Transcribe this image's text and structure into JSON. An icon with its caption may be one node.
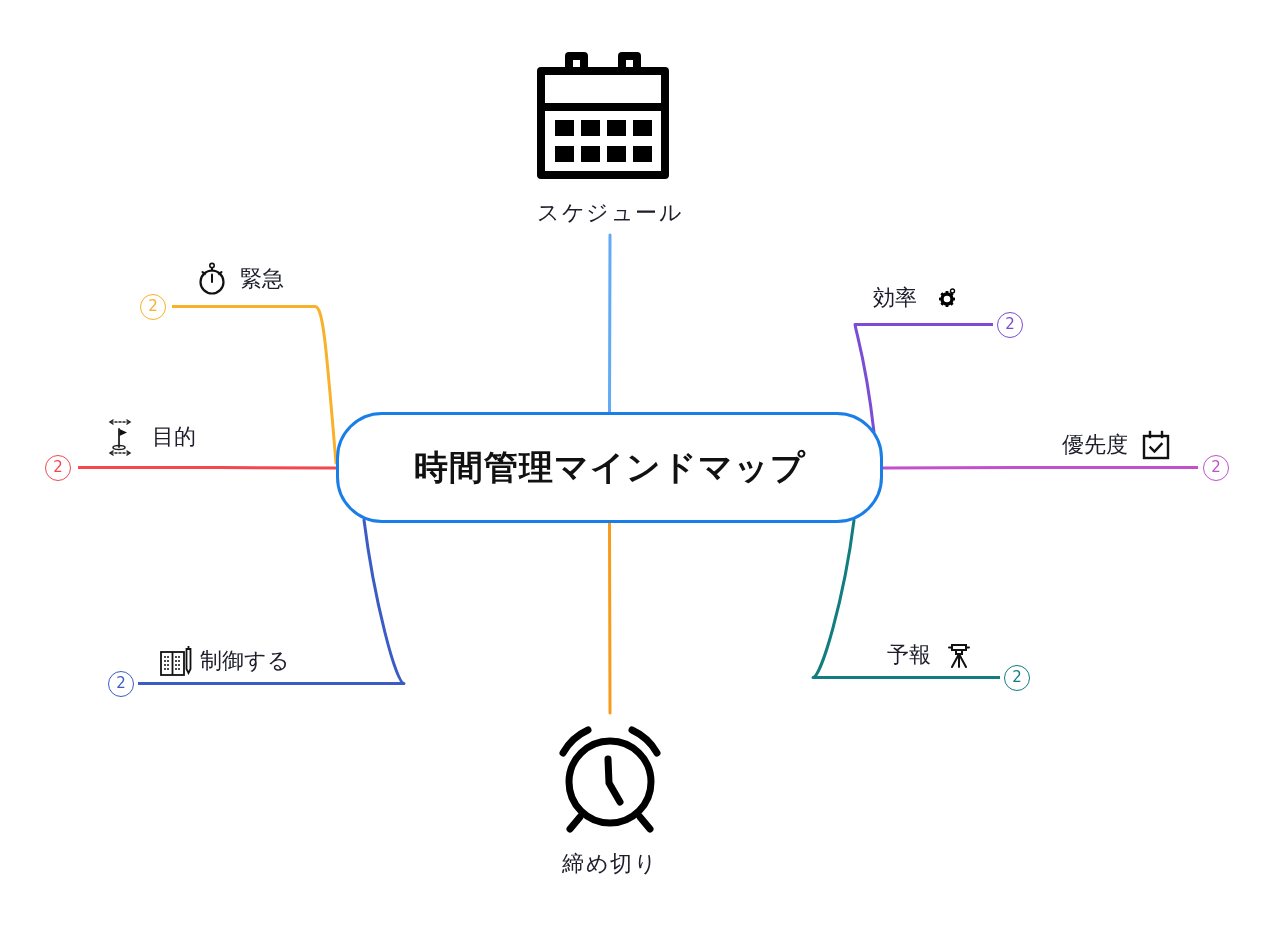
{
  "diagram": {
    "nodes": [
      {
        "text": [
          "時間管理マインドマップ"
        ]
      },
      {
        "text": [
          "スケジュール"
        ]
      },
      {
        "text": [
          "効率"
        ],
        "beside": [
          "2"
        ]
      },
      {
        "text": [
          "優先度"
        ],
        "beside": [
          "2"
        ]
      },
      {
        "text": [
          "予報"
        ],
        "beside": [
          "2"
        ]
      },
      {
        "text": [
          "締め切り"
        ]
      },
      {
        "text": [
          "制御する"
        ],
        "beside": [
          "2"
        ]
      },
      {
        "text": [
          "目的"
        ],
        "beside": [
          "2"
        ]
      },
      {
        "text": [
          "緊急"
        ],
        "beside": [
          "2"
        ]
      }
    ],
    "edges": [
      {
        "from": 0,
        "to": 1,
        "arrow": "none",
        "color": "#62aaf4"
      },
      {
        "from": 0,
        "to": 2,
        "arrow": "none",
        "color": "#7a4dd4"
      },
      {
        "from": 0,
        "to": 3,
        "arrow": "none",
        "color": "#c24fcb"
      },
      {
        "from": 0,
        "to": 4,
        "arrow": "none",
        "color": "#127c7e"
      },
      {
        "from": 0,
        "to": 5,
        "arrow": "none",
        "color": "#f79b1c"
      },
      {
        "from": 0,
        "to": 6,
        "arrow": "none",
        "color": "#3b5cc4"
      },
      {
        "from": 0,
        "to": 7,
        "arrow": "none",
        "color": "#f4474f"
      },
      {
        "from": 0,
        "to": 8,
        "arrow": "none",
        "color": "#f9b02a"
      }
    ]
  }
}
